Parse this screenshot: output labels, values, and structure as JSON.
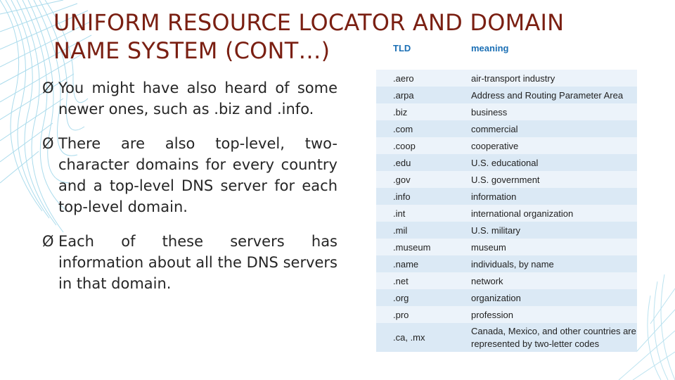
{
  "title": "UNIFORM RESOURCE LOCATOR AND DOMAIN NAME SYSTEM (CONT…)",
  "bullet_symbol": "Ø",
  "bullets": [
    "You might have also heard of some newer ones, such as .biz and .info.",
    "There are also top-level, two-character domains for every country and a top-level DNS server for each top-level domain.",
    "Each of these servers has information about all the DNS servers in that domain."
  ],
  "table": {
    "headers": {
      "tld": "TLD",
      "meaning": "meaning"
    },
    "rows": [
      {
        "tld": ".aero",
        "meaning": "air-transport industry"
      },
      {
        "tld": ".arpa",
        "meaning": "Address and Routing Parameter Area"
      },
      {
        "tld": ".biz",
        "meaning": "business"
      },
      {
        "tld": ".com",
        "meaning": "commercial"
      },
      {
        "tld": ".coop",
        "meaning": "cooperative"
      },
      {
        "tld": ".edu",
        "meaning": "U.S. educational"
      },
      {
        "tld": ".gov",
        "meaning": "U.S. government"
      },
      {
        "tld": ".info",
        "meaning": "information"
      },
      {
        "tld": ".int",
        "meaning": "international organization"
      },
      {
        "tld": ".mil",
        "meaning": "U.S. military"
      },
      {
        "tld": ".museum",
        "meaning": "museum"
      },
      {
        "tld": ".name",
        "meaning": "individuals, by name"
      },
      {
        "tld": ".net",
        "meaning": "network"
      },
      {
        "tld": ".org",
        "meaning": "organization"
      },
      {
        "tld": ".pro",
        "meaning": "profession"
      },
      {
        "tld": ".ca, .mx",
        "meaning": "Canada, Mexico, and other countries are represented by two-letter codes"
      }
    ]
  },
  "colors": {
    "title": "#7a1f12",
    "body_text": "#262626",
    "table_header": "#1b6fb5",
    "row_alt": "#dbe9f5",
    "row_base": "#ecf3fa",
    "decor_lines": "#8fd0e6"
  }
}
